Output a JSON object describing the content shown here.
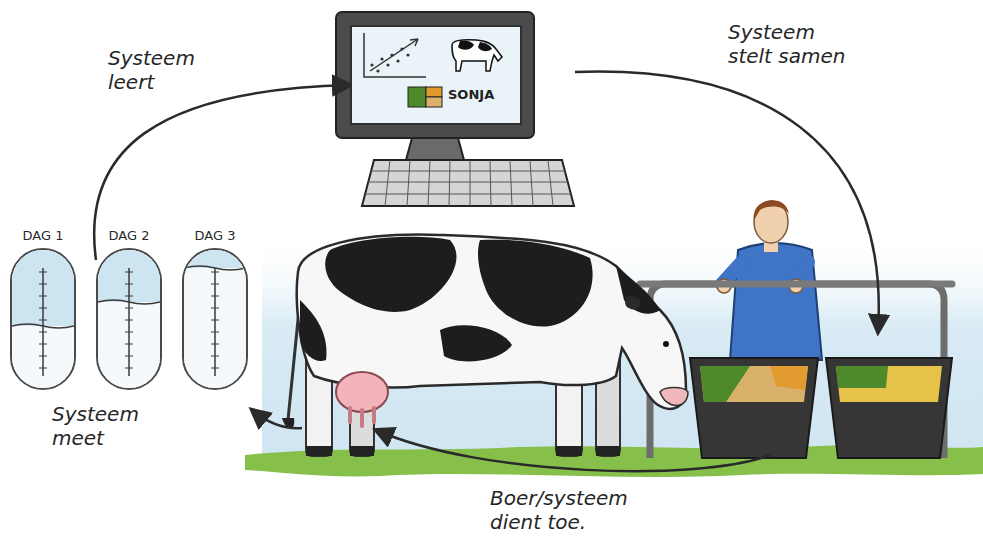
{
  "diagram": {
    "nodes": [
      {
        "text": [
          "SONJA"
        ]
      },
      {
        "text": [
          "DAG 1"
        ]
      },
      {
        "text": [
          "DAG 2"
        ]
      },
      {
        "text": [
          "DAG 3"
        ]
      }
    ],
    "edges": [
      {
        "from": 2,
        "to": 0,
        "arrow": "to",
        "label": "Systeem leert"
      }
    ],
    "labels": [
      "Systeem stelt samen",
      "Systeem meet",
      "Boer/systeem dient toe."
    ]
  }
}
